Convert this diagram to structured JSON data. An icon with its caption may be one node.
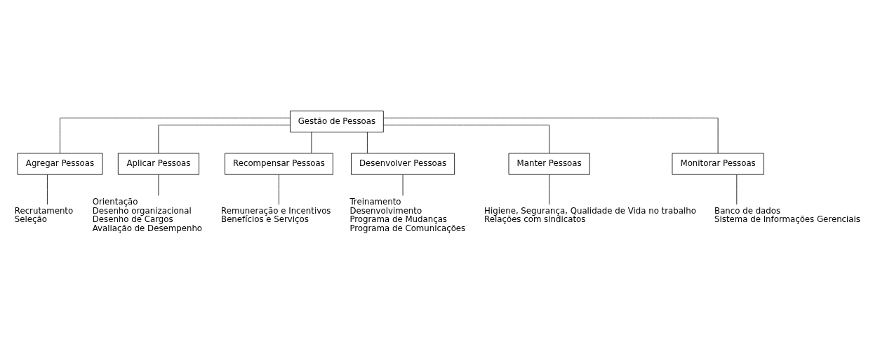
{
  "diagram": {
    "nodes": [
      {
        "text": [
          "Gestão de Pessoas"
        ]
      },
      {
        "text": [
          "Agregar Pessoas"
        ]
      },
      {
        "text": [
          "Aplicar Pessoas"
        ]
      },
      {
        "text": [
          "Recompensar Pessoas"
        ]
      },
      {
        "text": [
          "Desenvolver Pessoas"
        ]
      },
      {
        "text": [
          "Manter Pessoas"
        ]
      },
      {
        "text": [
          "Monitorar Pessoas"
        ]
      },
      {
        "text": [
          "Recrutamento",
          "Seleção"
        ]
      },
      {
        "text": [
          "Orientação",
          "Desenho organizacional",
          "Desenho de Cargos",
          "Avaliação de Desempenho"
        ]
      },
      {
        "text": [
          "Remuneração e Incentivos",
          "Benefícios e Serviços"
        ]
      },
      {
        "text": [
          "Treinamento",
          "Desenvolvimento",
          "Programa de Mudanças",
          "Programa de Comunicações"
        ]
      },
      {
        "text": [
          "Higiene, Segurança, Qualidade de Vida no trabalho",
          "Relações com sindicatos"
        ]
      },
      {
        "text": [
          "Banco de dados",
          "Sistema de Informações Gerenciais"
        ]
      }
    ],
    "edges": [
      {
        "from": 0,
        "to": 1,
        "arrow": "none"
      },
      {
        "from": 0,
        "to": 2,
        "arrow": "none"
      },
      {
        "from": 0,
        "to": 3,
        "arrow": "none"
      },
      {
        "from": 0,
        "to": 4,
        "arrow": "none"
      },
      {
        "from": 0,
        "to": 5,
        "arrow": "none"
      },
      {
        "from": 0,
        "to": 6,
        "arrow": "none"
      },
      {
        "from": 1,
        "to": 7,
        "arrow": "none"
      },
      {
        "from": 2,
        "to": 8,
        "arrow": "none"
      },
      {
        "from": 3,
        "to": 9,
        "arrow": "none"
      },
      {
        "from": 4,
        "to": 10,
        "arrow": "none"
      },
      {
        "from": 5,
        "to": 11,
        "arrow": "none"
      },
      {
        "from": 6,
        "to": 12,
        "arrow": "none"
      }
    ]
  }
}
